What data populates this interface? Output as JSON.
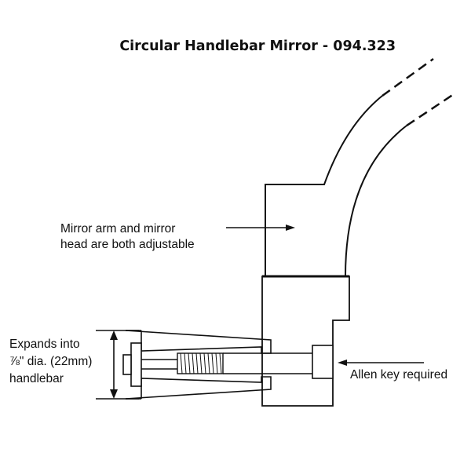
{
  "title": "Circular Handlebar Mirror - 094.323",
  "labels": {
    "mirror_arm_line1": "Mirror arm and mirror",
    "mirror_arm_line2": "head are both adjustable",
    "expands_line1": "Expands into",
    "expands_line2": "⅞\" dia. (22mm)",
    "expands_line3": "handlebar",
    "allen_key": "Allen key required"
  }
}
